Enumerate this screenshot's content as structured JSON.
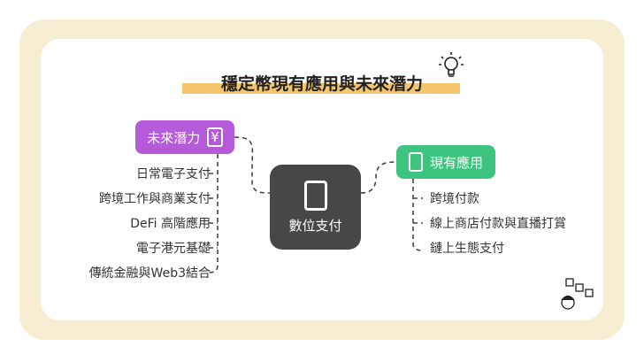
{
  "title": "穩定幣現有應用與未來潛力",
  "center": {
    "label": "數位支付",
    "icon": "mobile-payment-icon"
  },
  "future": {
    "label": "未來潛力",
    "icon": "yen-scan-icon",
    "color": "#b55ad9",
    "items": [
      "日常電子支付",
      "跨境工作與商業支付",
      "DeFi 高階應用",
      "電子港元基礎",
      "傳統金融與Web3結合"
    ]
  },
  "current": {
    "label": "現有應用",
    "icon": "bank-phone-icon",
    "color": "#3dc47e",
    "items": [
      "跨境付款",
      "線上商店付款與直播打賞",
      "鏈上生態支付"
    ]
  }
}
